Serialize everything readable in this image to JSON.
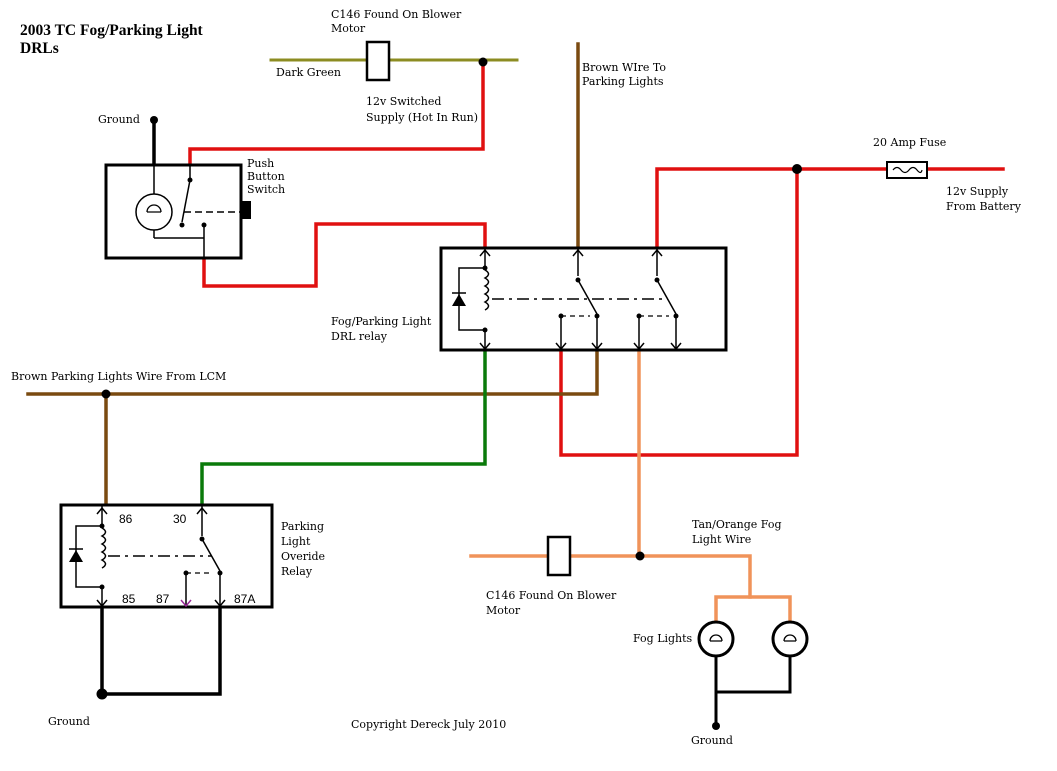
{
  "title": {
    "line1": "2003 TC Fog/Parking Light",
    "line2": "DRLs"
  },
  "labels": {
    "c146_top_line1": "C146 Found On Blower",
    "c146_top_line2": "Motor",
    "dark_green": "Dark Green",
    "switched_line1": "12v Switched",
    "switched_line2": "Supply (Hot In Run)",
    "ground_top": "Ground",
    "push_line1": "Push",
    "push_line2": "Button",
    "push_line3": "Switch",
    "brown_line1": "Brown WIre To",
    "brown_line2": "Parking Lights",
    "fuse": "20 Amp Fuse",
    "battery_line1": "12v Supply",
    "battery_line2": "From Battery",
    "relay_line1": "Fog/Parking Light",
    "relay_line2": "DRL relay",
    "lcm": "Brown Parking Lights Wire From LCM",
    "override_line1": "Parking",
    "override_line2": "Light",
    "override_line3": "Overide",
    "override_line4": "Relay",
    "tan_line1": "Tan/Orange Fog",
    "tan_line2": "Light Wire",
    "c146_bottom_line1": "C146 Found On Blower",
    "c146_bottom_line2": "Motor",
    "fog_lights": "Fog Lights",
    "ground_left": "Ground",
    "ground_right": "Ground",
    "copyright": "Copyright Dereck July 2010"
  },
  "relay_pins": {
    "p86": "86",
    "p30": "30",
    "p85": "85",
    "p87": "87",
    "p87a": "87A"
  },
  "wire_colors": {
    "red": "#e01010",
    "brown": "#7a4a10",
    "green": "#0a7a0a",
    "dark_green": "#8c8c22",
    "orange": "#f0935a",
    "black": "#000000"
  }
}
